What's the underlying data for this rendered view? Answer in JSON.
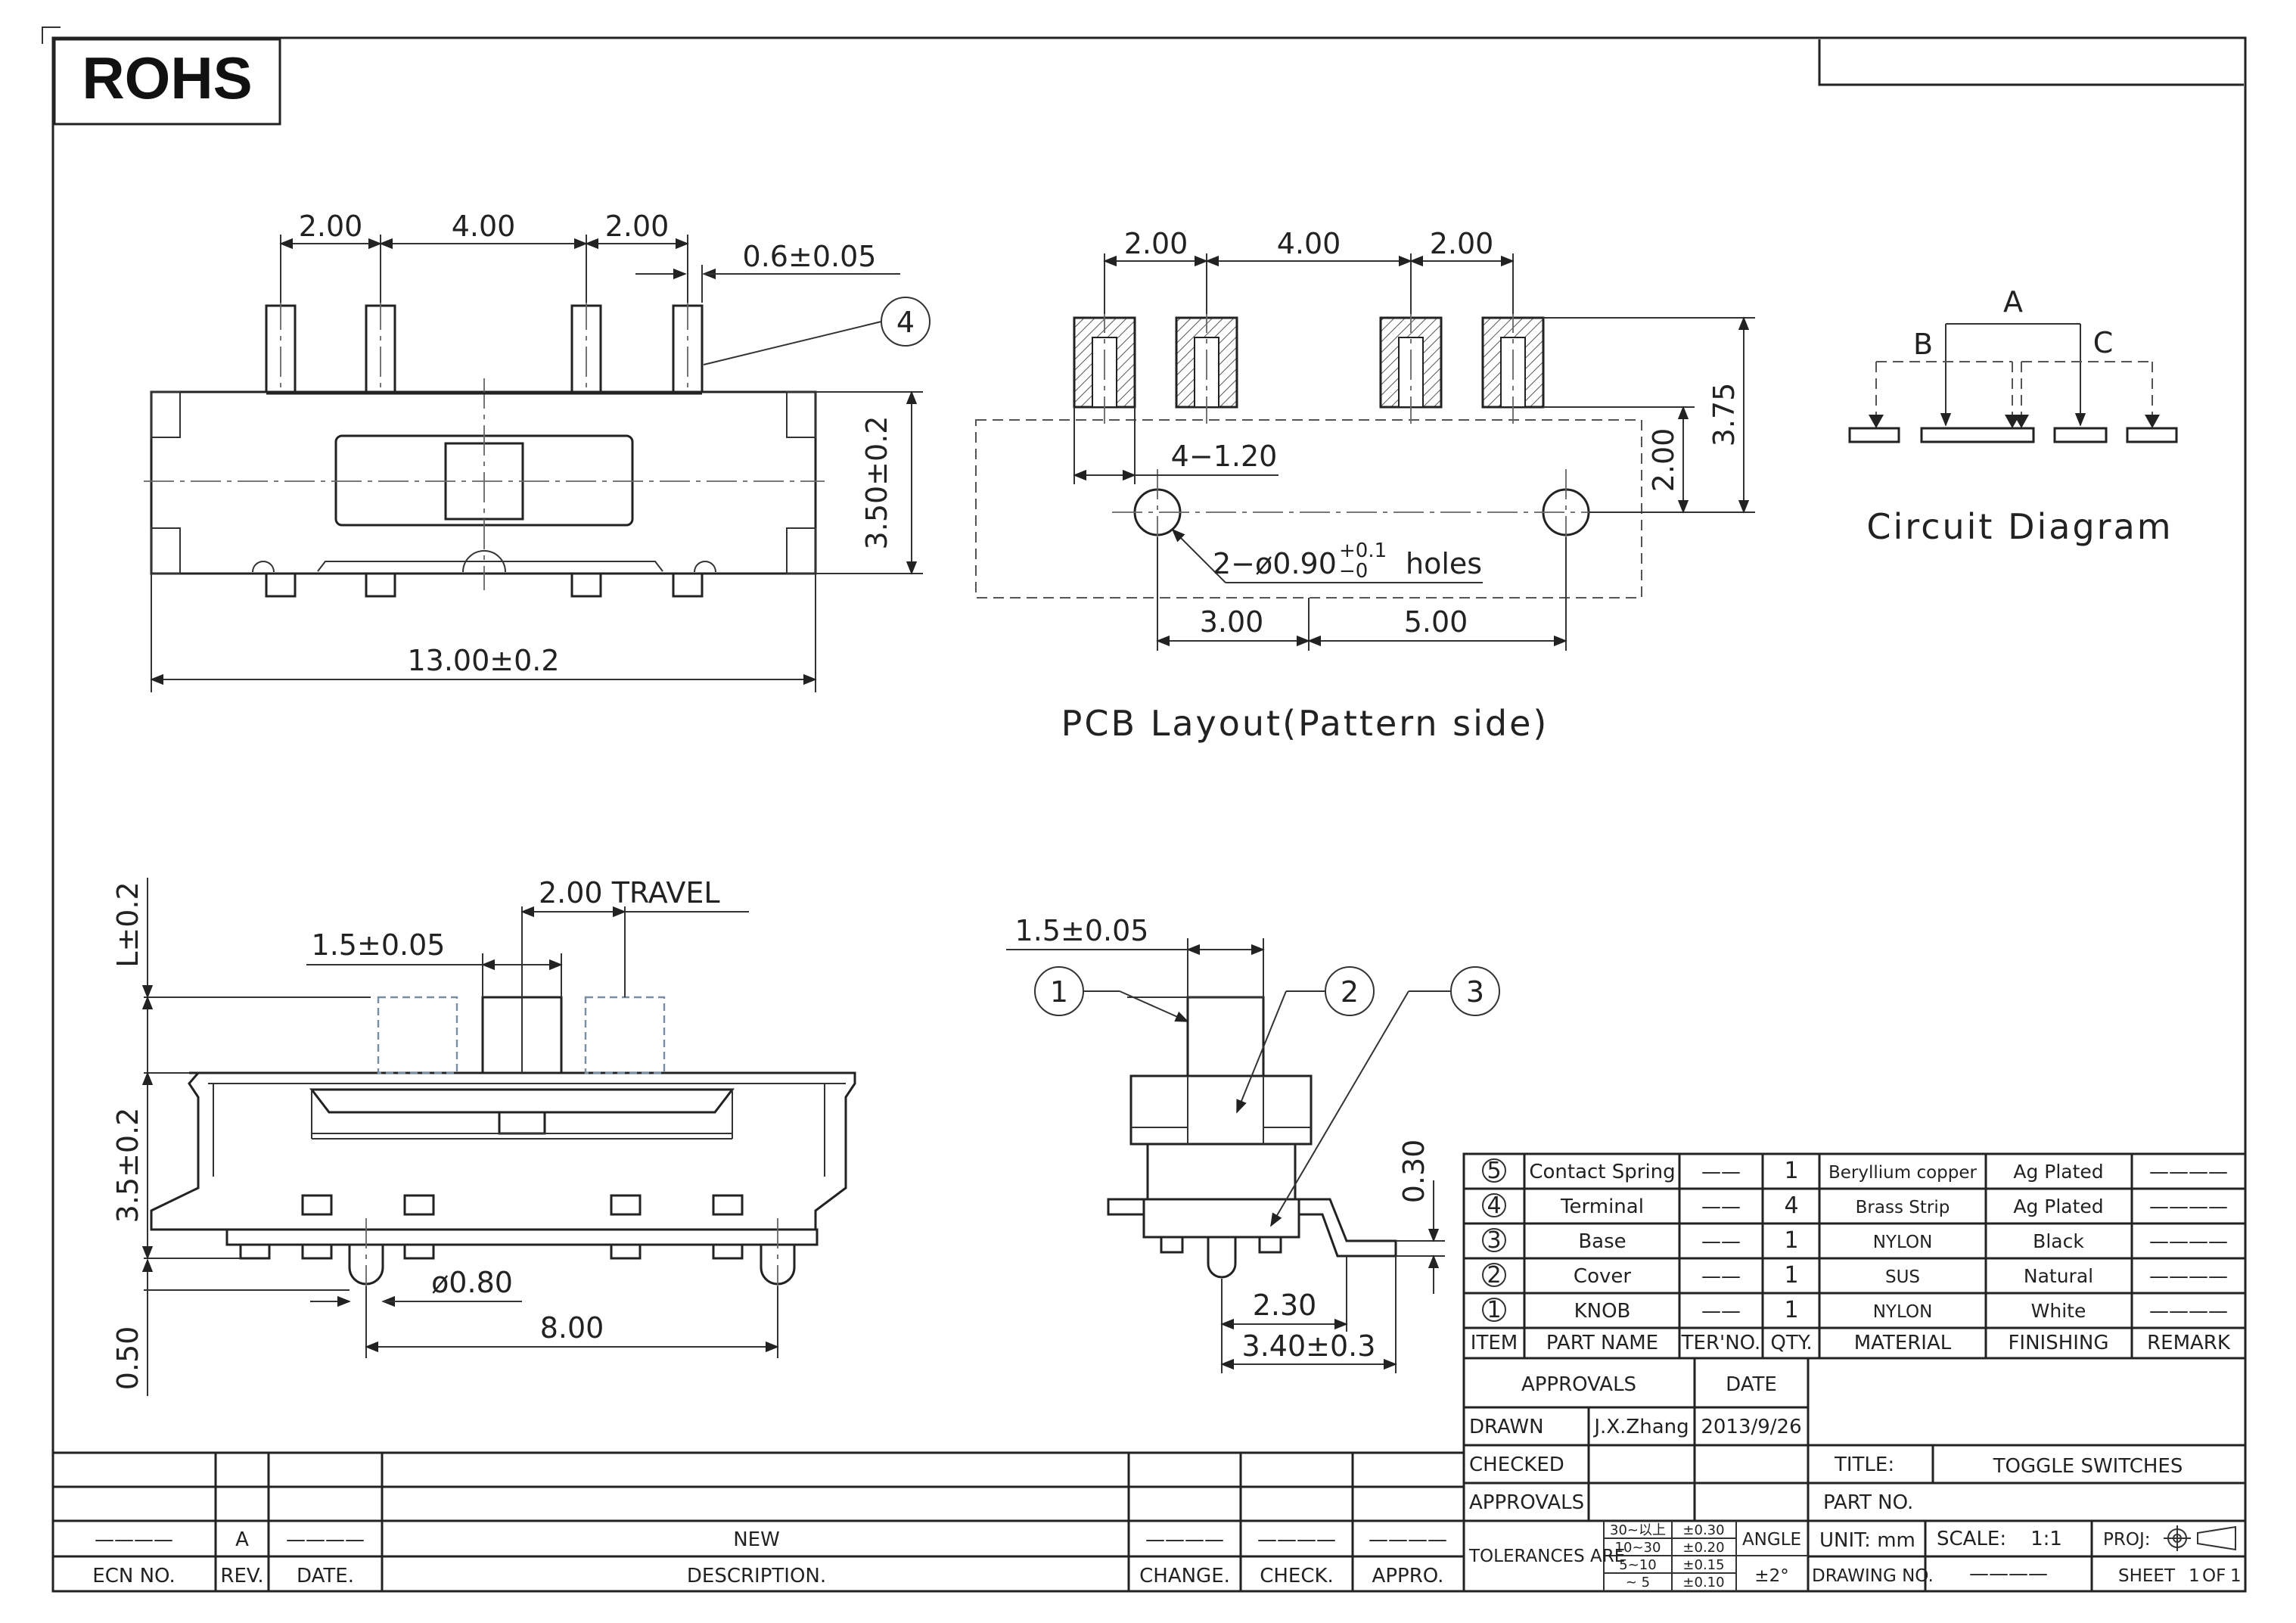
{
  "logo": "ROHS",
  "views": {
    "pcb_title": "PCB Layout(Pattern side)",
    "circuit_title": "Circuit Diagram",
    "circuit_a": "A",
    "circuit_b": "B",
    "circuit_c": "C"
  },
  "dims": {
    "top_pitch_1": "2.00",
    "top_pitch_2": "4.00",
    "top_pitch_3": "2.00",
    "pin_width": "0.6±0.05",
    "height": "3.50±0.2",
    "length": "13.00±0.2",
    "pcb_pitch_1": "2.00",
    "pcb_pitch_2": "4.00",
    "pcb_pitch_3": "2.00",
    "pad_size": "4−1.20",
    "pcb_row": "2.00",
    "pcb_total": "3.75",
    "holes_main": "2−ø0.90",
    "holes_tol_plus": "+0.1",
    "holes_tol_minus": "−0",
    "holes_word": "holes",
    "hole_x1": "3.00",
    "hole_x2": "5.00",
    "travel": "2.00 TRAVEL",
    "knob_width_front": "1.5±0.05",
    "knob_l": "L±0.2",
    "body_height": "3.5±0.2",
    "post_dia": "ø0.80",
    "post_pitch": "8.00",
    "post_height": "0.50",
    "knob_width_side": "1.5±0.05",
    "lead_thk": "0.30",
    "lead_foot": "2.30",
    "lead_span": "3.40±0.3"
  },
  "callouts": {
    "c1": "1",
    "c2": "2",
    "c3": "3",
    "c4": "4"
  },
  "bom": {
    "rows": [
      {
        "no": "5",
        "part": "Contact Spring",
        "ter": "——",
        "qty": "1",
        "material": "Beryllium copper",
        "finish": "Ag Plated",
        "remark": "————"
      },
      {
        "no": "4",
        "part": "Terminal",
        "ter": "——",
        "qty": "4",
        "material": "Brass Strip",
        "finish": "Ag Plated",
        "remark": "————"
      },
      {
        "no": "3",
        "part": "Base",
        "ter": "——",
        "qty": "1",
        "material": "NYLON",
        "finish": "Black",
        "remark": "————"
      },
      {
        "no": "2",
        "part": "Cover",
        "ter": "——",
        "qty": "1",
        "material": "SUS",
        "finish": "Natural",
        "remark": "————"
      },
      {
        "no": "1",
        "part": "KNOB",
        "ter": "——",
        "qty": "1",
        "material": "NYLON",
        "finish": "White",
        "remark": "————"
      }
    ],
    "headers": {
      "item": "ITEM",
      "part": "PART NAME",
      "ter": "TER'NO.",
      "qty": "QTY.",
      "material": "MATERIAL",
      "finish": "FINISHING",
      "remark": "REMARK"
    }
  },
  "title_block": {
    "approvals_head": "APPROVALS",
    "date_head": "DATE",
    "drawn_label": "DRAWN",
    "drawn_by": "J.X.Zhang",
    "drawn_date": "2013/9/26",
    "checked_label": "CHECKED",
    "approvals_label": "APPROVALS",
    "tolerances_label": "TOLERANCES ARE",
    "tol_ranges": [
      "30~以上",
      "10~30",
      "5~10",
      "~ 5"
    ],
    "tol_values": [
      "±0.30",
      "±0.20",
      "±0.15",
      "±0.10"
    ],
    "angle_label": "ANGLE",
    "angle_value": "±2°",
    "title_label": "TITLE:",
    "title_value": "TOGGLE SWITCHES",
    "part_no_label": "PART NO.",
    "unit_label": "UNIT: mm",
    "scale_label": "SCALE:",
    "scale_value": "1:1",
    "proj_label": "PROJ:",
    "drawing_no_label": "DRAWING NO.",
    "drawing_no_value": "————",
    "sheet_label": "SHEET",
    "sheet_value": "1",
    "sheet_of": "OF",
    "sheet_total": "1"
  },
  "revision_block": {
    "row_ecn": "————",
    "row_rev": "A",
    "row_date": "————",
    "row_desc": "NEW",
    "row_change": "————",
    "row_check": "————",
    "row_appro": "————",
    "h_ecn": "ECN NO.",
    "h_rev": "REV.",
    "h_date": "DATE.",
    "h_desc": "DESCRIPTION.",
    "h_change": "CHANGE.",
    "h_check": "CHECK.",
    "h_appro": "APPRO."
  }
}
